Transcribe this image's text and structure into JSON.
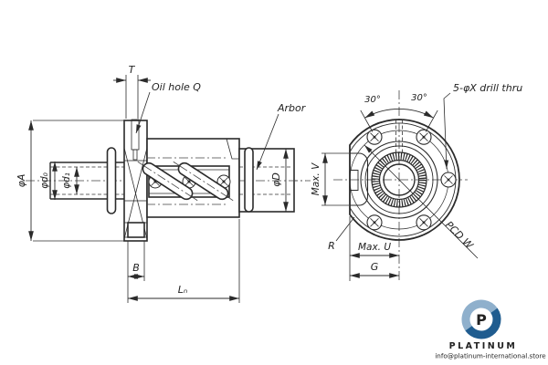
{
  "drawing": {
    "side_view": {
      "t": "T",
      "oil_hole_q": "Oil hole Q",
      "arbor": "Arbor",
      "phi_a": "φA",
      "phi_d0": "φd₀",
      "phi_d1": "φd₁",
      "phi_d": "φD",
      "b": "B",
      "l_n": "Lₙ"
    },
    "front_view": {
      "angle_left": "30°",
      "angle_right": "30°",
      "drill_note": "5-φX drill thru",
      "max_v": "Max. V",
      "r": "R",
      "max_u": "Max. U",
      "g": "G",
      "pcd_w": "PCD W"
    }
  },
  "watermark": {
    "brand": "PLATINUM",
    "email": "info@platinum-international.store",
    "logo_letter": "P"
  },
  "colors": {
    "line": "#2b2b2b",
    "brand_dark": "#1f5c8f",
    "brand_light": "#8fb0cc"
  }
}
